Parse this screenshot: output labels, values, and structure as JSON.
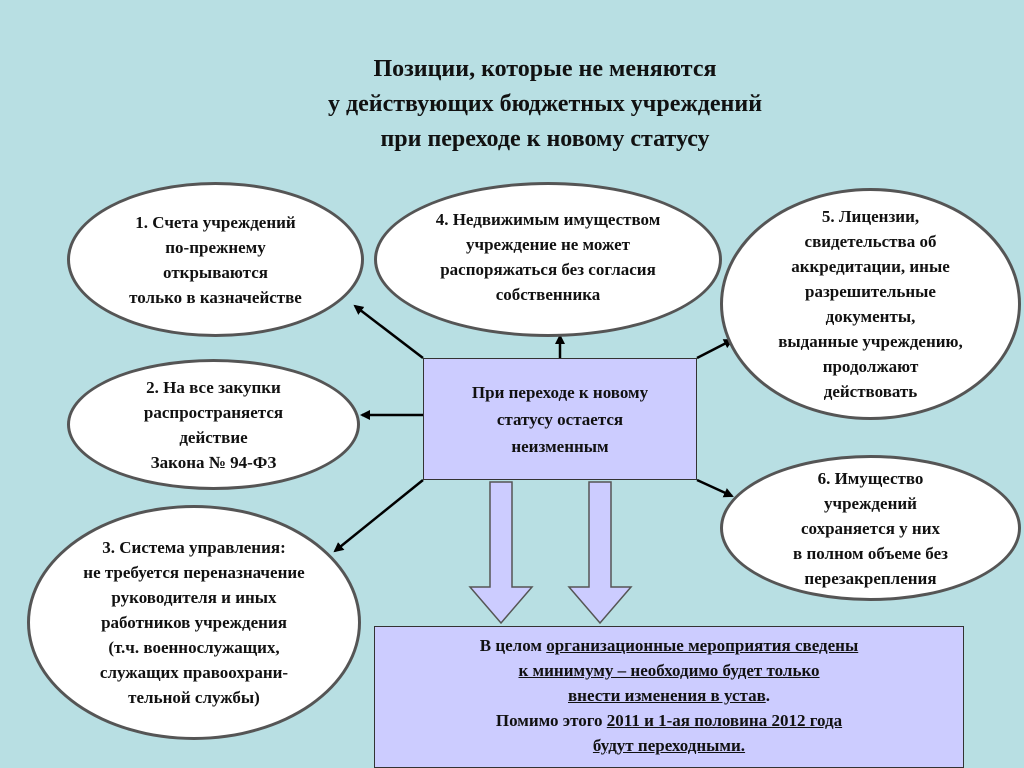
{
  "title": {
    "line1": "Позиции, которые не меняются",
    "line2": "у действующих бюджетных учреждений",
    "line3": "при переходе к новому статусу"
  },
  "center": {
    "line1": "При переходе к новому",
    "line2": "статусу остается",
    "line3": "неизменным"
  },
  "box1": [
    "1. Счета учреждений",
    "по-прежнему",
    "открываются",
    "только в казначействе"
  ],
  "box2": [
    "2. На все закупки",
    "распространяется",
    "действие",
    "Закона № 94-ФЗ"
  ],
  "box3": [
    "3. Система управления:",
    "не требуется переназначение",
    "руководителя и иных",
    "работников учреждения",
    "(т.ч. военнослужащих,",
    "служащих правоохрани-",
    "тельной службы)"
  ],
  "box4": [
    "4. Недвижимым имуществом",
    "учреждение не может",
    "распоряжаться без согласия",
    "собственника"
  ],
  "box5": [
    "5. Лицензии,",
    "свидетельства об",
    "аккредитации, иные",
    "разрешительные",
    "документы,",
    "выданные учреждению,",
    "продолжают",
    "действовать"
  ],
  "box6": [
    "6. Имущество",
    "учреждений",
    "сохраняется у них",
    "в полном объеме без",
    "перезакрепления"
  ],
  "summary": {
    "l1_plain": "В целом ",
    "l1_u": "организационные мероприятия сведены",
    "l2_u": "к минимуму – необходимо будет только ",
    "l3_u": "внести изменения в устав",
    "l3_tail": ".",
    "l4_plain": "Помимо этого ",
    "l4_u": "2011 и 1-ая половина 2012 года ",
    "l5_u": "будут переходными."
  }
}
